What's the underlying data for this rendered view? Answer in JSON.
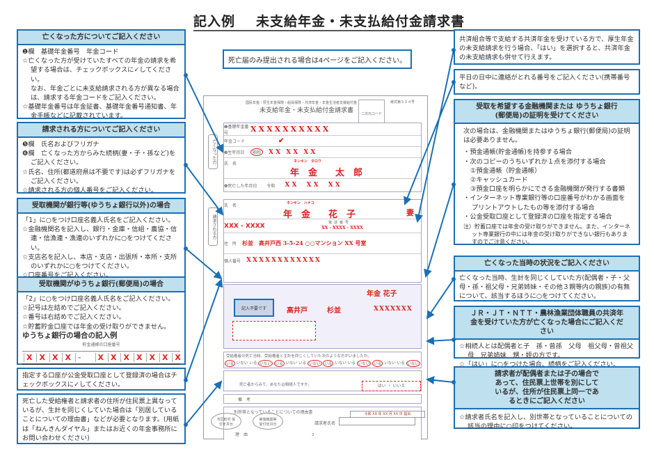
{
  "title": {
    "prefix": "記入例",
    "main": "未支給年金・未支払給付金請求書"
  },
  "note": "死亡届のみ提出される場合は4ページをご記入ください。",
  "left": [
    {
      "header": "亡くなった方についてご記入ください",
      "lines": [
        "❶欄　基礎年金番号　年金コード",
        "☆亡くなった方が受けていたすべての年金の請求を希望する場合は、チェックボックスに✓してください。",
        "なお、年金ごとに未支給請求される方が異なる場合は、請求する年金コードをご記入ください。",
        "☆基礎年金番号は年金証書、基礎年金番号通知書、年金手帳などに記載されています。"
      ]
    },
    {
      "header": "請求される方についてご記入ください",
      "lines": [
        "❺欄　氏名およびフリガナ",
        "❻欄　亡くなった方からみた続柄(妻・子・孫など)をご記入ください。",
        "☆氏名、住所(都道府県は不要です)は必ずフリガナをご記入ください。",
        "☆請求される方の個人番号をご記入ください。"
      ]
    },
    {
      "header": "受取機関が銀行等(ゆうちょ銀行以外)の場合",
      "lines": [
        "「1」に○をつけ口座名義人氏名をご記入ください。",
        "☆金融機関名を記入し、銀行・金庫・信組・農協・信連・信漁連・漁連のいずれかに○をつけてください。",
        "☆支店名を記入し、本店・支店・出張所・本所・支所のいずれかに○をつけてください。",
        "☆口座番号をご記入ください。"
      ]
    },
    {
      "header": "受取機関がゆうちょ銀行(郵便局)の場合",
      "lines": [
        "「2」に○をつけ口座名義人氏名をご記入ください。",
        "☆記号は左詰めでご記入ください。",
        "☆番号は右詰めでご記入ください。",
        "☆貯蓄貯金口座では年金の受け取りができません。"
      ],
      "example_title": "ゆうちょ銀行の場合の記入例",
      "example_header": "貯金通帳の口座番号",
      "example_kigo": [
        "X",
        "X",
        "X",
        "X",
        "-"
      ],
      "example_bango": [
        "X",
        "X",
        "X",
        "X",
        "X",
        "X",
        "X"
      ]
    },
    {
      "lines": [
        "指定する口座が公金受取口座として登録済の場合はチェックボックスに✓してください。"
      ]
    },
    {
      "lines": [
        "死亡した受給権者と請求者の住所が住民票上異なっているが、生計を同じくしていた場合は「別居していることについての理由書」などが必要となります。(用紙は「ねんきんダイヤル」またはお近くの年金事務所にお問い合わせください)"
      ]
    }
  ],
  "right": [
    {
      "lines": [
        "共済組合等で支給する共済年金を受けている方で、厚生年金の未支給請求を行う場合、「はい」を選択すると、共済年金の未支給請求も併せて行えます。"
      ]
    },
    {
      "lines": [
        "平日の日中に連絡がとれる番号をご記入ください(携帯番号など)。"
      ]
    },
    {
      "header": "受取を希望する金融機関または ゆうちょ銀行(郵便局)の証明を受けてください",
      "lines": [
        "次の場合は、金融機関またはゆうちょ銀行(郵便局)の証明は必要ありません。",
        "・預金通帳(貯金通帳)を持参する場合",
        "・次のコピーのうちいずれか１点を添付する場合",
        "①預金通帳（貯金通帳）",
        "②キャッシュカード",
        "③預金口座を明らかにできる金融機関が発行する書類",
        "・インターネット専業銀行等の口座番号がわかる画面をプリントアウトしたもの等を添付する場合",
        "・公金受取口座として登録済の口座を指定する場合",
        "注）貯蓄口座では年金の受け取りができません。また、インターネット専業銀行の中には年金の受け取りができない銀行もありますのでご注意ください。"
      ]
    },
    {
      "header": "亡くなった当時の状況をご記入ください",
      "lines": [
        "亡くなった当時、生計を同じくしていた方(配偶者・子・父母・孫・祖父母・兄弟姉妹・その他３親等内の親族)の有無について、該当するほうに○をつけてください。"
      ]
    },
    {
      "header": "ＪＲ・ＪＴ・ＮＴＴ・農林漁業団体職員の共済年金を受けていた方が亡くなった場合にご記入ください",
      "lines": [
        "☆相続人とは配偶者と子　孫・曾孫　父母　祖父母・曾祖父母　兄弟姉妹　甥・姪の方です。",
        "☆「はい」に○をつけた場合、続柄をご記入ください。"
      ]
    },
    {
      "header": "請求者が配偶者または子の場合であって、住民票上世帯を別にしているが、住所が住民票上同一であるときにご記入ください",
      "lines": [
        "☆請求者氏名を記入し、別世帯となっていることについての該当の理由に○印をつけてください。"
      ]
    }
  ],
  "form": {
    "subtitle": "国民年金・厚生年金保険・船員保険・共済年金・年金生活者支援給付金",
    "title": "未支給年金・未支払給付金請求書",
    "qr": "二次元コード",
    "form_no": "様式第５１４号",
    "side_deceased": "亡くなった方",
    "side_claimant": "請求される方",
    "labels": {
      "pension_no": "❶基礎年金番号",
      "pension_code": "年金コード",
      "birth": "❷生年月日",
      "name": "氏　名",
      "death": "❹死亡した年月日",
      "c_name": "氏　名",
      "phone": "電話番号",
      "address": "住　所",
      "my_number": "個人番号",
      "remarks": "備　考",
      "separate": "別世帯となっていることについての理由書",
      "claimant_name": "請求者氏名",
      "reason": "理　由",
      "living_q": "受給権者の死亡当時、受給権者と生計を同じくしていた次のような方がいましたか。",
      "kyosai_q": "死亡者からみて、あなたは相続人ですか。",
      "yes_no": "はい ・ いいえ",
      "muni": "市区町村 受付年月日",
      "agency": "実施機関等 受付年月日",
      "page": "3"
    },
    "values": {
      "pension_no": "XXXXXXXXXX",
      "birth_era": "昭和",
      "birth_y": "X X",
      "birth_m": "X X",
      "birth_d": "X X",
      "furigana_d": "ネンキン　タロウ",
      "name_d": "年　金　　太　郎",
      "death_era": "令和",
      "death_y": "X X",
      "death_m": "X X",
      "death_d": "X X",
      "furigana_c": "ネンキン　ハナコ",
      "name_c": "年　金　　花　子",
      "relation": "妻",
      "phone": "XX - XXXX - XXXX",
      "address": "杉並　高井戸西 3-5-24 ○○マンション XX 号室",
      "my_number": "XXXXXXXXXXXX",
      "bank_note": "記入不要です",
      "bank": "高井戸",
      "branch": "杉並",
      "account": "XXXXXXX",
      "holder": "年金 花子",
      "date": "令和 XX 年 XX 月 XX 日 提出",
      "living": [
        "いる",
        "いない",
        "いる",
        "いない",
        "いる",
        "いない",
        "いる",
        "いない",
        "いる",
        "いない",
        "いる",
        "いない",
        "いる",
        "いない",
        "いる",
        "いない"
      ]
    }
  },
  "colors": {
    "accent": "#1a6fb5",
    "header_bg": "#bfe0ee",
    "red": "#dd2222"
  }
}
